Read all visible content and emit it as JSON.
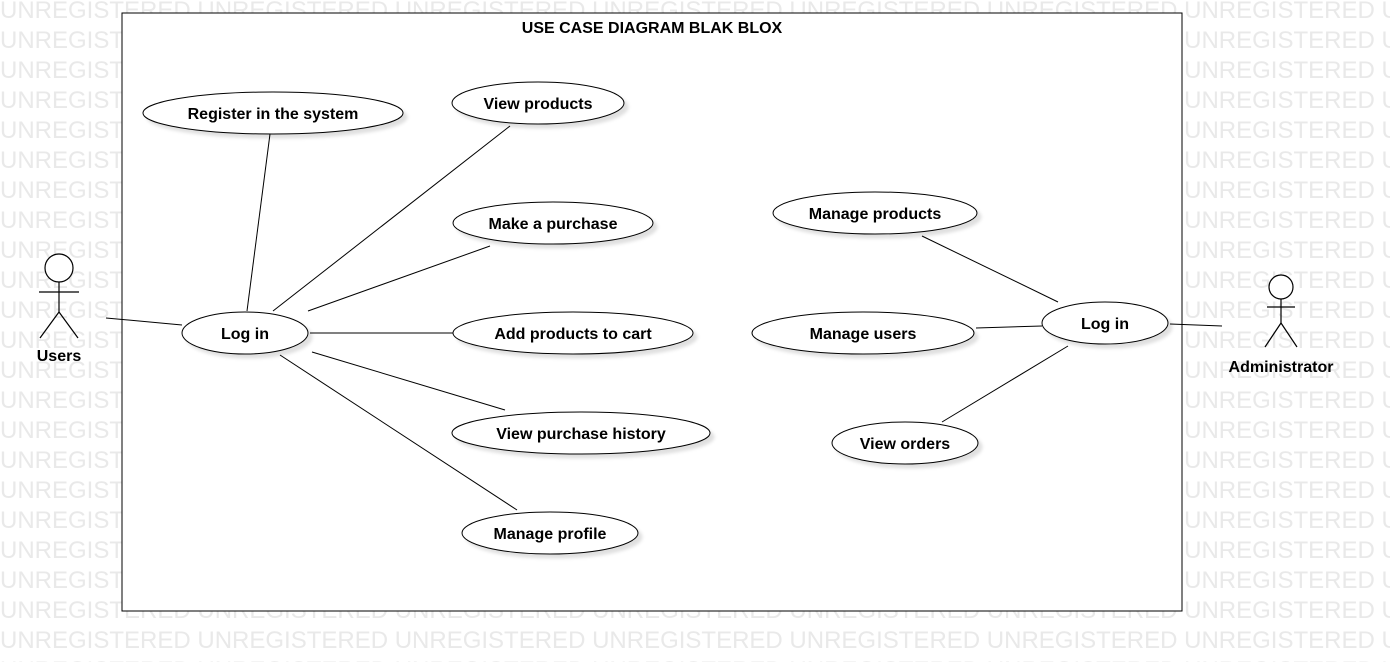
{
  "watermark": {
    "text": "UNREGISTERED",
    "color": "#e9e9e9"
  },
  "diagram": {
    "title": "USE CASE DIAGRAM BLAK BLOX",
    "actors": {
      "users": "Users",
      "administrator": "Administrator"
    },
    "use_cases": {
      "register": "Register in the system",
      "view_products": "View products",
      "make_purchase": "Make a purchase",
      "login_user": "Log in",
      "add_to_cart": "Add products to cart",
      "purchase_history": "View purchase history",
      "manage_profile": "Manage profile",
      "manage_products": "Manage products",
      "manage_users": "Manage users",
      "login_admin": "Log in",
      "view_orders": "View orders"
    }
  }
}
